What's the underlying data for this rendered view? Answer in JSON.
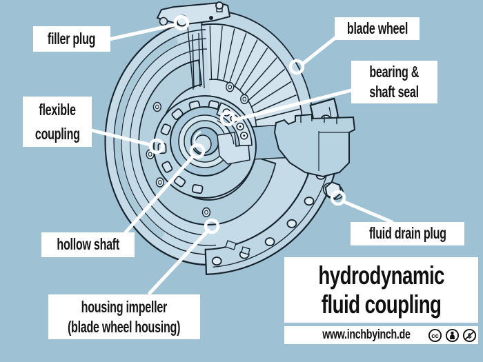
{
  "diagram_title": {
    "line1": "hydrodynamic",
    "line2": "fluid coupling"
  },
  "labels": {
    "filler_plug": {
      "text": "filler plug"
    },
    "blade_wheel": {
      "text": "blade wheel"
    },
    "bearing_shaft_seal": {
      "line1": "bearing &",
      "line2": "shaft seal"
    },
    "flexible_coupling": {
      "line1": "flexible",
      "line2": "coupling"
    },
    "hollow_shaft": {
      "text": "hollow shaft"
    },
    "fluid_drain_plug": {
      "text": "fluid drain plug"
    },
    "housing_impeller": {
      "line1": "housing impeller",
      "line2": "(blade wheel housing)"
    }
  },
  "footer": {
    "website": "www.inchbyinch.de",
    "license_icons": [
      "creative-commons",
      "attribution",
      "non-commercial"
    ],
    "cc_label": "cc",
    "nc_symbol": "$"
  },
  "colors": {
    "background": "#9ec1d3",
    "ink": "#17242e",
    "paper": "#ffffff",
    "text": "#141414",
    "fill_light": "#cfe1ec",
    "fill_mid": "#b4cfdd",
    "fill_dark": "#9abdd1",
    "leader_line": "#ffffff"
  }
}
